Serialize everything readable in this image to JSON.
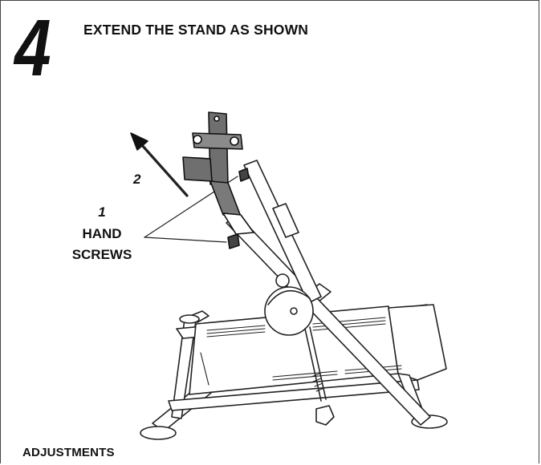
{
  "step": {
    "number": "4",
    "title": "EXTEND THE STAND AS SHOWN"
  },
  "callouts": {
    "arrow_step": "2",
    "screws_step": "1",
    "screws_label_line1": "HAND",
    "screws_label_line2": "SCREWS"
  },
  "next_section": {
    "heading": "ADJUSTMENTS"
  },
  "illustration": {
    "subject": "wheel-stand-assembly",
    "highlight_color": "#6f6f6f",
    "line_color": "#222222"
  }
}
